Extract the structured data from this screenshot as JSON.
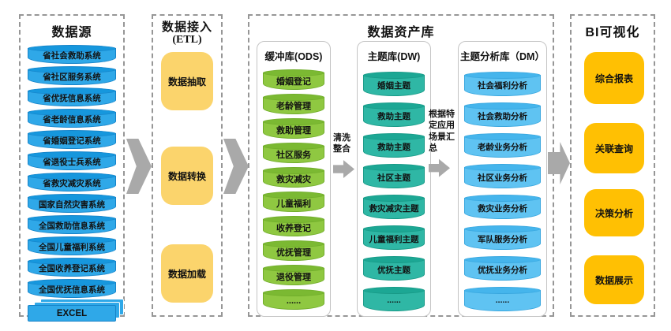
{
  "colors": {
    "c-blue-body": "#2FA8E8",
    "c-blue-top": "#1697DD",
    "c-blue-border": "#1683C8",
    "c-green-body": "#8FC841",
    "c-green-top": "#7BB932",
    "c-green-border": "#71AD2B",
    "c-teal-body": "#2FB7A5",
    "c-teal-top": "#1CA794",
    "c-teal-border": "#189A87",
    "c-sky-body": "#5FC3F2",
    "c-sky-top": "#45B5EC",
    "c-sky-border": "#39A7DF",
    "c-yellow": "#FBD46C",
    "c-orange": "#FFC003",
    "c-arrow": "#A9A9A9",
    "c-dash": "#969696",
    "c-subbox-border": "#C4C4C4"
  },
  "sources": {
    "title": "数据源",
    "items": [
      "省社会救助系统",
      "省社区服务系统",
      "省优抚信息系统",
      "省老龄信息系统",
      "省婚姻登记系统",
      "省退役士兵系统",
      "省救灾减灾系统",
      "国家自然灾害系统",
      "全国救助信息系统",
      "全国儿童福利系统",
      "全国收养登记系统",
      "全国优抚信息系统"
    ],
    "excel_label": "EXCEL"
  },
  "etl": {
    "title": "数据接入",
    "subtitle": "(ETL)",
    "steps": [
      "数据抽取",
      "数据转换",
      "数据加载"
    ]
  },
  "repo": {
    "title": "数据资产库",
    "ods": {
      "title": "缓冲库(ODS)",
      "items": [
        "婚姻登记",
        "老龄管理",
        "救助管理",
        "社区服务",
        "救灾减灾",
        "儿童福利",
        "收养登记",
        "优抚管理",
        "退役管理",
        "......"
      ]
    },
    "dw": {
      "title": "主题库(DW)",
      "items": [
        "婚姻主题",
        "救助主题",
        "救助主题",
        "社区主题",
        "救灾减灾主题",
        "儿童福利主题",
        "优抚主题",
        "......"
      ]
    },
    "dm": {
      "title": "主题分析库（DM）",
      "items": [
        "社会福利分析",
        "社会救助分析",
        "老龄业务分析",
        "社区业务分析",
        "救灾业务分析",
        "军队服务分析",
        "优抚业务分析",
        "......"
      ]
    },
    "flow_ods_dw": "清洗整合",
    "flow_dw_dm": "根据特定应用场景汇总"
  },
  "bi": {
    "title": "BI可视化",
    "items": [
      "综合报表",
      "关联查询",
      "决策分析",
      "数据展示"
    ]
  }
}
